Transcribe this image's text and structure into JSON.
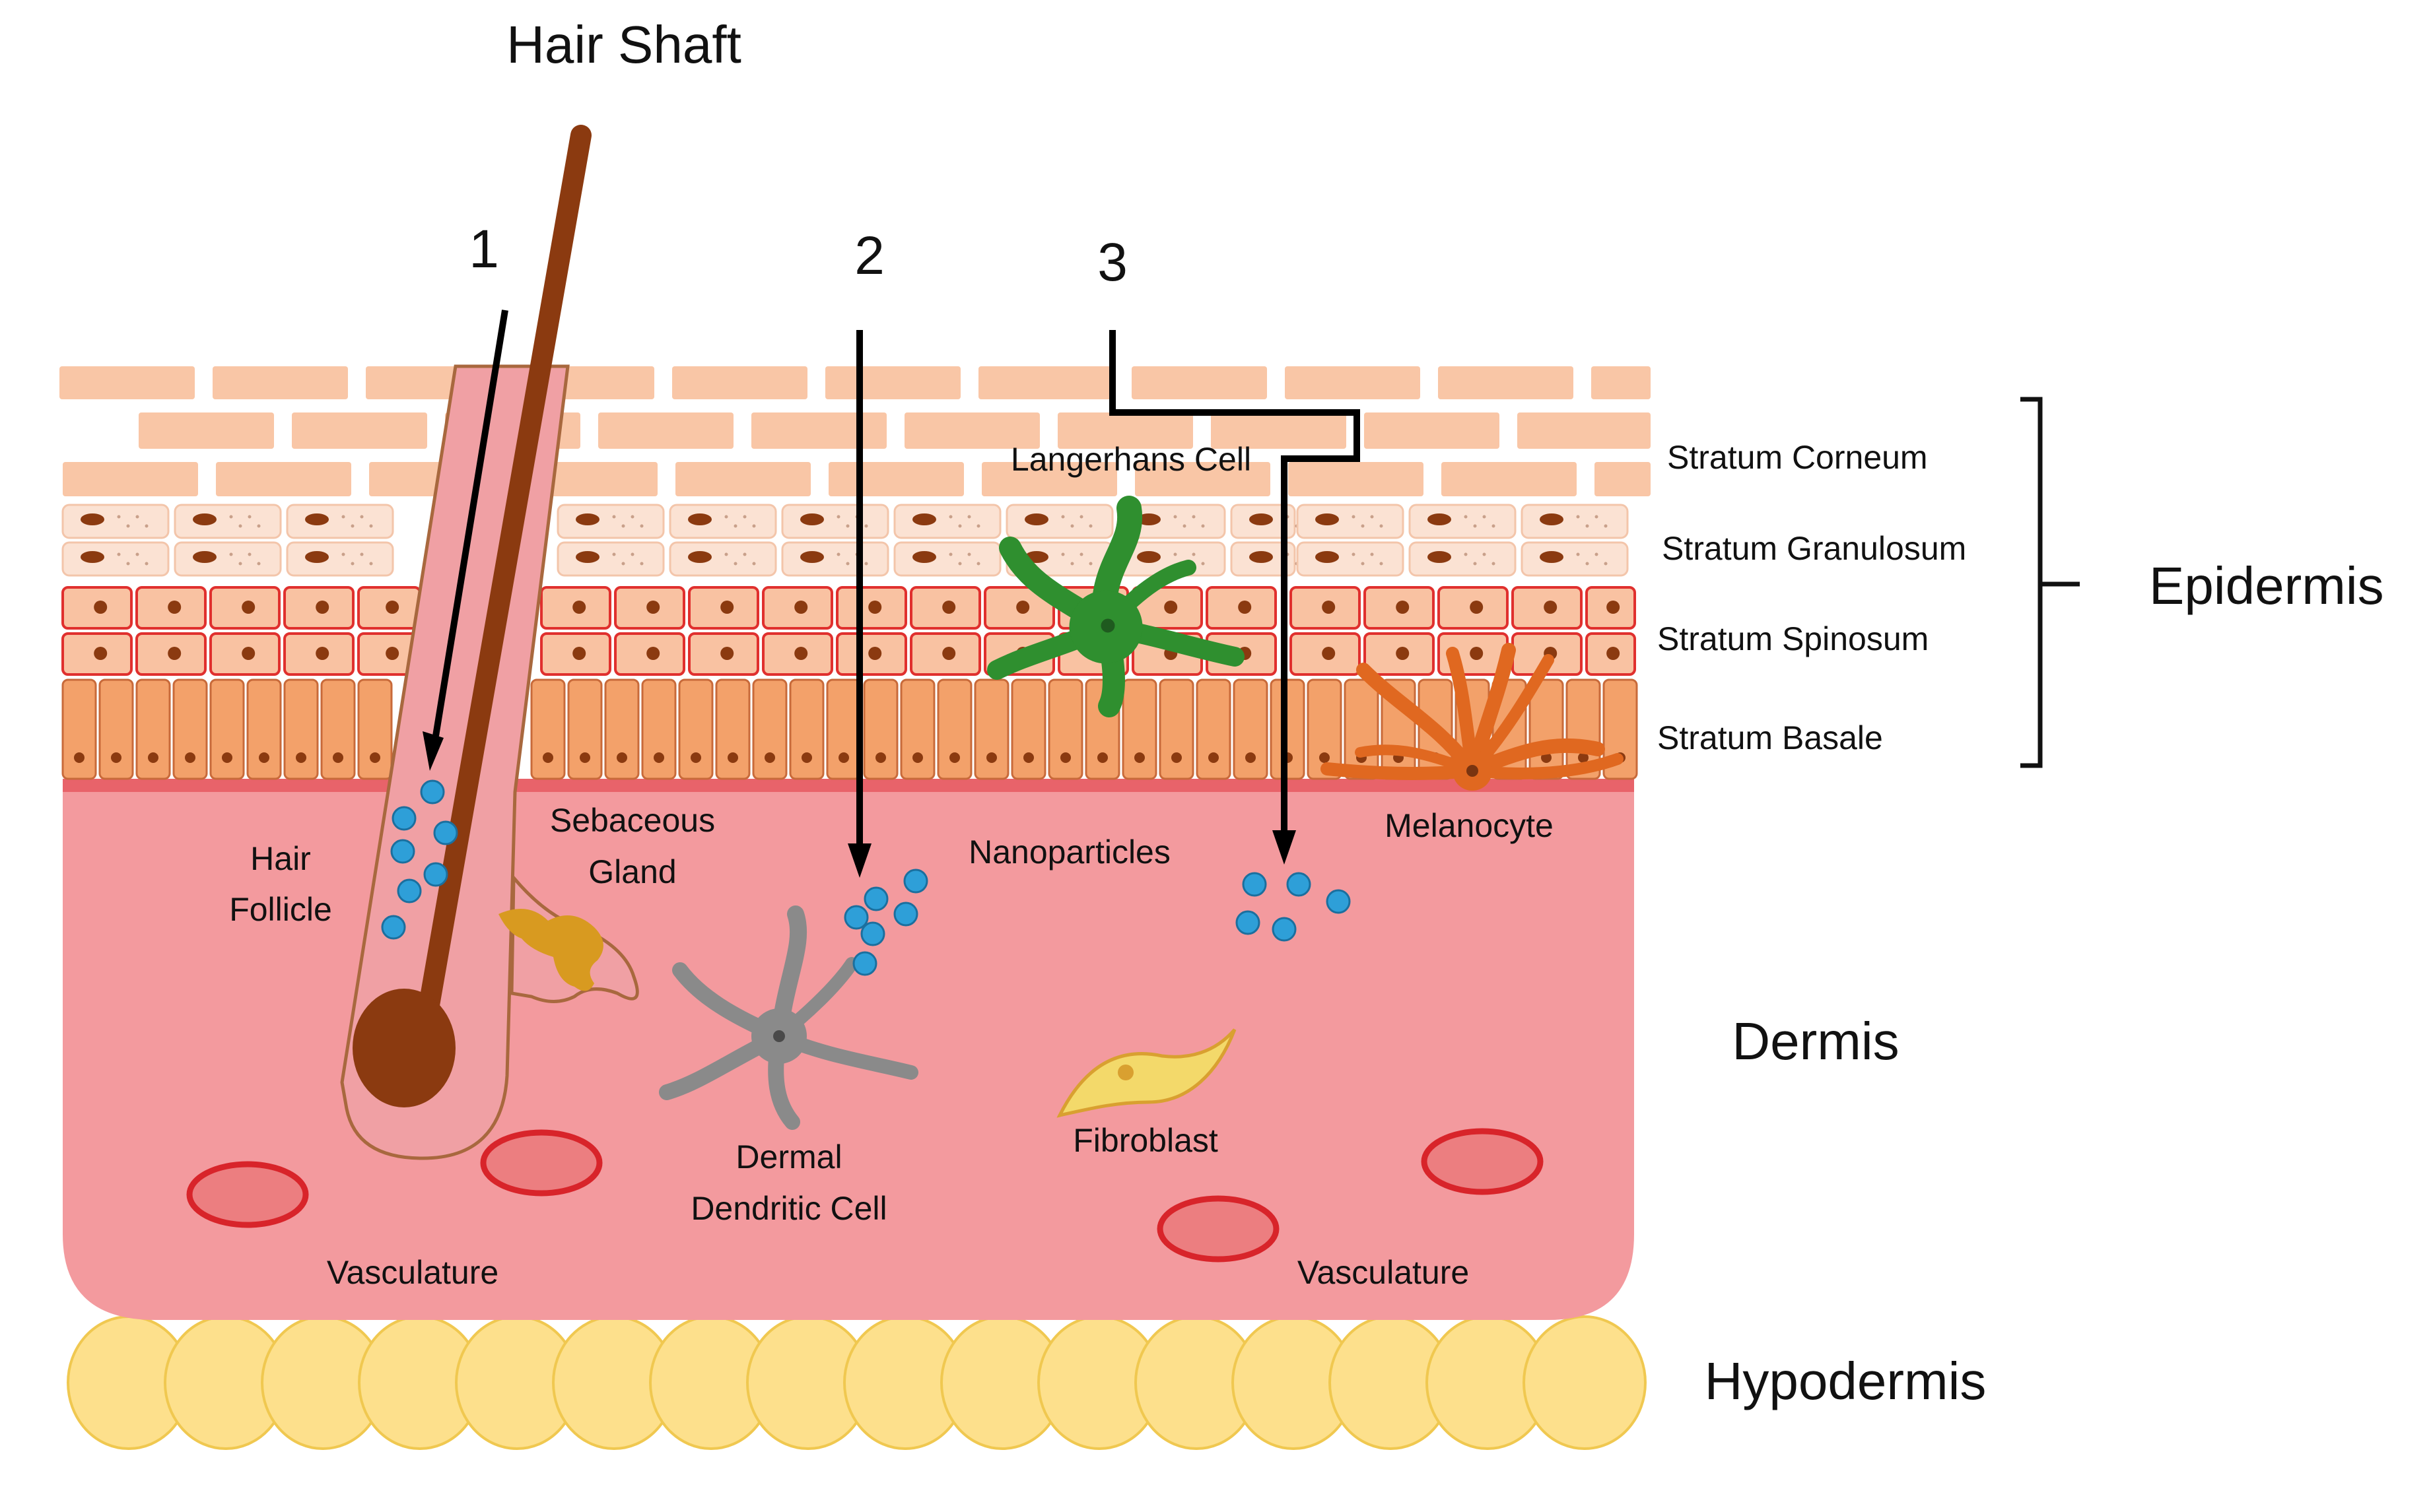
{
  "labels": {
    "hair_shaft": "Hair Shaft",
    "route_1": "1",
    "route_2": "2",
    "route_3": "3",
    "langerhans_cell": "Langerhans Cell",
    "stratum_corneum": "Stratum Corneum",
    "stratum_granulosum": "Stratum Granulosum",
    "stratum_spinosum": "Stratum Spinosum",
    "stratum_basale": "Stratum Basale",
    "epidermis": "Epidermis",
    "hair_follicle_line1": "Hair",
    "hair_follicle_line2": "Follicle",
    "sebaceous_gland_line1": "Sebaceous",
    "sebaceous_gland_line2": "Gland",
    "nanoparticles": "Nanoparticles",
    "melanocyte": "Melanocyte",
    "dermis": "Dermis",
    "dermal_dendritic_line1": "Dermal",
    "dermal_dendritic_line2": "Dendritic Cell",
    "fibroblast": "Fibroblast",
    "vasculature_left": "Vasculature",
    "vasculature_right": "Vasculature",
    "hypodermis": "Hypodermis"
  },
  "colors": {
    "corneum": "#f9c6a6",
    "granulosum": "#fbe2d3",
    "spinosum_fill": "#f9c2a2",
    "spinosum_border": "#e0302e",
    "basale": "#f3a16a",
    "dermis": "#f39a9e",
    "follicle": "#f0a0a4",
    "hair": "#8b3a10",
    "nucleus": "#8b3a10",
    "nanoparticle": "#2e9fd8",
    "langerhans": "#2f8f2f",
    "melanocyte": "#e06820",
    "dendritic": "#8a8a8a",
    "fibroblast": "#f3d96a",
    "sebaceous": "#d89a20",
    "vessel_border": "#d8242a",
    "vessel_fill": "#ec7e80",
    "hypodermis": "#fde08c"
  },
  "icons": {
    "langerhans": "langerhans-cell-icon",
    "melanocyte": "melanocyte-icon",
    "dendritic": "dermal-dendritic-cell-icon",
    "fibroblast": "fibroblast-icon",
    "sebaceous": "sebaceous-gland-icon"
  }
}
